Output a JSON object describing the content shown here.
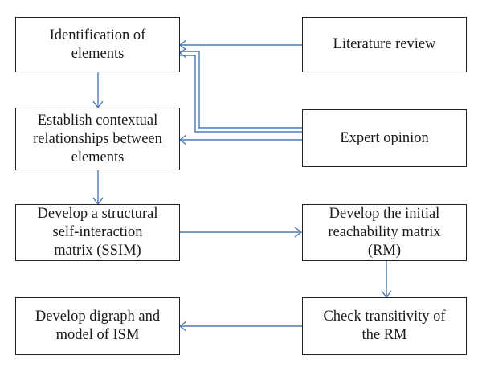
{
  "diagram": {
    "connector_color": "#4a7ab5",
    "nodes": {
      "identification": "Identification of\nelements",
      "literature": "Literature review",
      "establish": "Establish contextual\nrelationships between\nelements",
      "expert": "Expert opinion",
      "ssim": "Develop a structural\nself-interaction\nmatrix (SSIM)",
      "reachability": "Develop the initial\nreachability matrix\n(RM)",
      "digraph": "Develop digraph and\nmodel of ISM",
      "transitivity": "Check transitivity of\nthe RM"
    }
  }
}
